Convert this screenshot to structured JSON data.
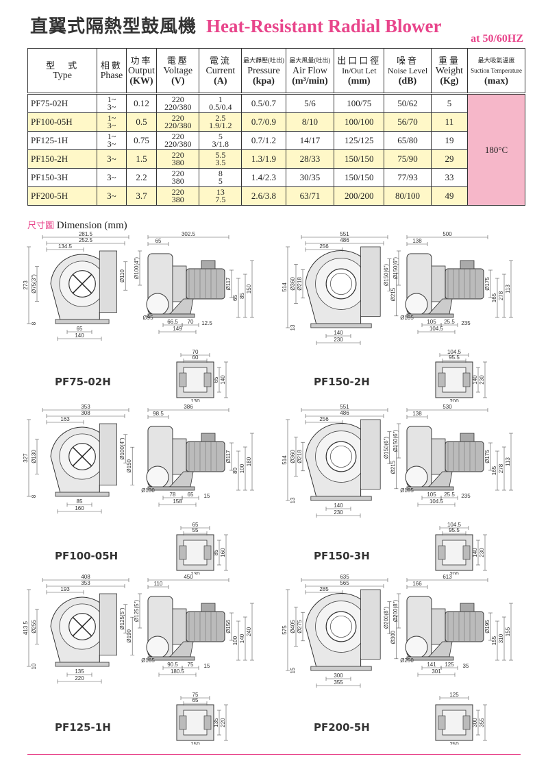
{
  "title_zh": "直翼式隔熱型鼓風機",
  "title_en": "Heat-Resistant Radial Blower",
  "frequency": "at  50/60HZ",
  "table": {
    "headers": [
      {
        "zh": "型　式",
        "en": "Type",
        "unit": ""
      },
      {
        "zh": "相數",
        "en": "Phase",
        "unit": ""
      },
      {
        "zh": "功率",
        "en": "Output",
        "unit": "(KW)"
      },
      {
        "zh": "電壓",
        "en": "Voltage",
        "unit": "(V)"
      },
      {
        "zh": "電流",
        "en": "Current",
        "unit": "(A)"
      },
      {
        "zh": "最大靜壓(吐出)",
        "en": "Pressure",
        "unit": "(kpa)"
      },
      {
        "zh": "最大風量(吐出)",
        "en": "Air Flow",
        "unit": "(m³/min)"
      },
      {
        "zh": "出口口徑",
        "en": "In/Out Let",
        "unit": "(mm)"
      },
      {
        "zh": "噪音",
        "en": "Noise Level",
        "unit": "(dB)"
      },
      {
        "zh": "重量",
        "en": "Weight",
        "unit": "(Kg)"
      },
      {
        "zh": "最大吸氣溫度",
        "en": "Suction Temperature",
        "unit": "(max)"
      }
    ],
    "rows": [
      {
        "type": "PF75-02H",
        "phase": [
          "1~",
          "3~"
        ],
        "output": "0.12",
        "voltage": [
          "220",
          "220/380"
        ],
        "current": [
          "1",
          "0.5/0.4"
        ],
        "pressure": "0.5/0.7",
        "airflow": "5/6",
        "inlet": "100/75",
        "noise": "50/62",
        "weight": "5"
      },
      {
        "type": "PF100-05H",
        "phase": [
          "1~",
          "3~"
        ],
        "output": "0.5",
        "voltage": [
          "220",
          "220/380"
        ],
        "current": [
          "2.5",
          "1.9/1.2"
        ],
        "pressure": "0.7/0.9",
        "airflow": "8/10",
        "inlet": "100/100",
        "noise": "56/70",
        "weight": "11"
      },
      {
        "type": "PF125-1H",
        "phase": [
          "1~",
          "3~"
        ],
        "output": "0.75",
        "voltage": [
          "220",
          "220/380"
        ],
        "current": [
          "5",
          "3/1.8"
        ],
        "pressure": "0.7/1.2",
        "airflow": "14/17",
        "inlet": "125/125",
        "noise": "65/80",
        "weight": "19"
      },
      {
        "type": "PF150-2H",
        "phase": [
          "3~"
        ],
        "output": "1.5",
        "voltage": [
          "220",
          "380"
        ],
        "current": [
          "5.5",
          "3.5"
        ],
        "pressure": "1.3/1.9",
        "airflow": "28/33",
        "inlet": "150/150",
        "noise": "75/90",
        "weight": "29"
      },
      {
        "type": "PF150-3H",
        "phase": [
          "3~"
        ],
        "output": "2.2",
        "voltage": [
          "220",
          "380"
        ],
        "current": [
          "8",
          "5"
        ],
        "pressure": "1.4/2.3",
        "airflow": "30/35",
        "inlet": "150/150",
        "noise": "77/93",
        "weight": "33"
      },
      {
        "type": "PF200-5H",
        "phase": [
          "3~"
        ],
        "output": "3.7",
        "voltage": [
          "220",
          "380"
        ],
        "current": [
          "13",
          "7.5"
        ],
        "pressure": "2.6/3.8",
        "airflow": "63/71",
        "inlet": "200/200",
        "noise": "80/100",
        "weight": "49"
      }
    ],
    "max_temp": "180°C"
  },
  "dimension_title_zh": "尺寸圖",
  "dimension_title_en": "Dimension (mm)",
  "drawings": [
    {
      "model": "PF75-02H",
      "front": {
        "w1": "281.5",
        "w2": "252.5",
        "w3": "134.5",
        "h": "273",
        "base_h": "8",
        "base_w": "65",
        "base_w2": "140",
        "d1": "Ø75(3\")",
        "d2": "Ø110"
      },
      "side": {
        "w": "302.5",
        "off": "65",
        "inlet": "Ø100(4\")",
        "d": "Ø95",
        "motor": "Ø117",
        "h1": "65",
        "h2": "85",
        "h3": "150",
        "b1": "66.5",
        "b2": "70",
        "b3": "12.5",
        "b4": "149"
      },
      "base": {
        "w1": "70",
        "w2": "60",
        "h1": "65",
        "h2": "140",
        "w3": "130"
      }
    },
    {
      "model": "PF150-2H",
      "front": {
        "w1": "551",
        "w2": "486",
        "w3": "256",
        "h": "514",
        "d1": "Ø360",
        "d2": "Ø218",
        "base_h": "13",
        "base_w": "140",
        "base_w2": "230",
        "d3": "Ø150(6\")",
        "d4": "Ø215"
      },
      "side": {
        "w": "500",
        "off": "138",
        "inlet": "Ø150(6\")",
        "d": "Ø185",
        "motor": "Ø175",
        "h1": "165",
        "h2": "278",
        "h3": "113",
        "b1": "105",
        "b2": "25.5",
        "b3": "235",
        "b4": "104.5"
      },
      "base": {
        "w1": "104.5",
        "w2": "95.5",
        "h1": "140",
        "h2": "230",
        "w3": "200"
      }
    },
    {
      "model": "PF100-05H",
      "front": {
        "w1": "353",
        "w2": "308",
        "w3": "163",
        "h": "327",
        "d1": "Ø130",
        "base_h": "8",
        "base_w": "85",
        "base_w2": "160",
        "d2": "Ø100(4\")",
        "d3": "Ø150"
      },
      "side": {
        "w": "386",
        "off": "98.5",
        "d": "Ø130",
        "motor": "Ø117",
        "h1": "80",
        "h2": "100",
        "h3": "180",
        "b1": "78",
        "b2": "65",
        "b3": "15",
        "b4": "158"
      },
      "base": {
        "w1": "65",
        "w2": "55",
        "h1": "85",
        "h2": "160",
        "w3": "130"
      }
    },
    {
      "model": "PF150-3H",
      "front": {
        "w1": "551",
        "w2": "486",
        "w3": "256",
        "h": "514",
        "d1": "Ø360",
        "d2": "Ø218",
        "base_h": "13",
        "base_w": "140",
        "base_w2": "230",
        "d3": "Ø150(6\")",
        "d4": "Ø215"
      },
      "side": {
        "w": "530",
        "off": "138",
        "inlet": "Ø150(6\")",
        "d": "Ø185",
        "motor": "Ø175",
        "h1": "165",
        "h2": "278",
        "h3": "113",
        "b1": "105",
        "b2": "25.5",
        "b3": "235",
        "b4": "104.5"
      },
      "base": {
        "w1": "104.5",
        "w2": "95.5",
        "h1": "140",
        "h2": "230",
        "w3": "200"
      }
    },
    {
      "model": "PF125-1H",
      "front": {
        "w1": "408",
        "w2": "353",
        "w3": "193",
        "h": "413.5",
        "d1": "Ø255",
        "base_h": "10",
        "base_w": "135",
        "base_w2": "220",
        "d2": "Ø125(5\")",
        "d3": "Ø190"
      },
      "side": {
        "w": "450",
        "off": "110",
        "inlet": "Ø125(5\")",
        "d": "Ø165",
        "motor": "Ø156",
        "h1": "100",
        "h2": "140",
        "h3": "240",
        "b1": "90.5",
        "b2": "75",
        "b3": "15",
        "b4": "180.5"
      },
      "base": {
        "w1": "75",
        "w2": "65",
        "h1": "135",
        "h2": "220",
        "w3": "150"
      }
    },
    {
      "model": "PF200-5H",
      "front": {
        "w1": "635",
        "w2": "565",
        "w3": "285",
        "h": "575",
        "d1": "Ø405",
        "d2": "Ø275",
        "base_h": "15",
        "base_w": "300",
        "base_w2": "355",
        "d3": "Ø200(8\")",
        "d4": "Ø300"
      },
      "side": {
        "w": "613",
        "off": "166",
        "inlet": "Ø200(8\")",
        "d": "Ø250",
        "motor": "Ø195",
        "h1": "155",
        "h2": "310",
        "h3": "155",
        "b1": "141",
        "b2": "125",
        "b3": "35",
        "b4": "301"
      },
      "base": {
        "w1": "125",
        "w2": "",
        "h1": "300",
        "h2": "355",
        "w3": "250"
      }
    }
  ]
}
